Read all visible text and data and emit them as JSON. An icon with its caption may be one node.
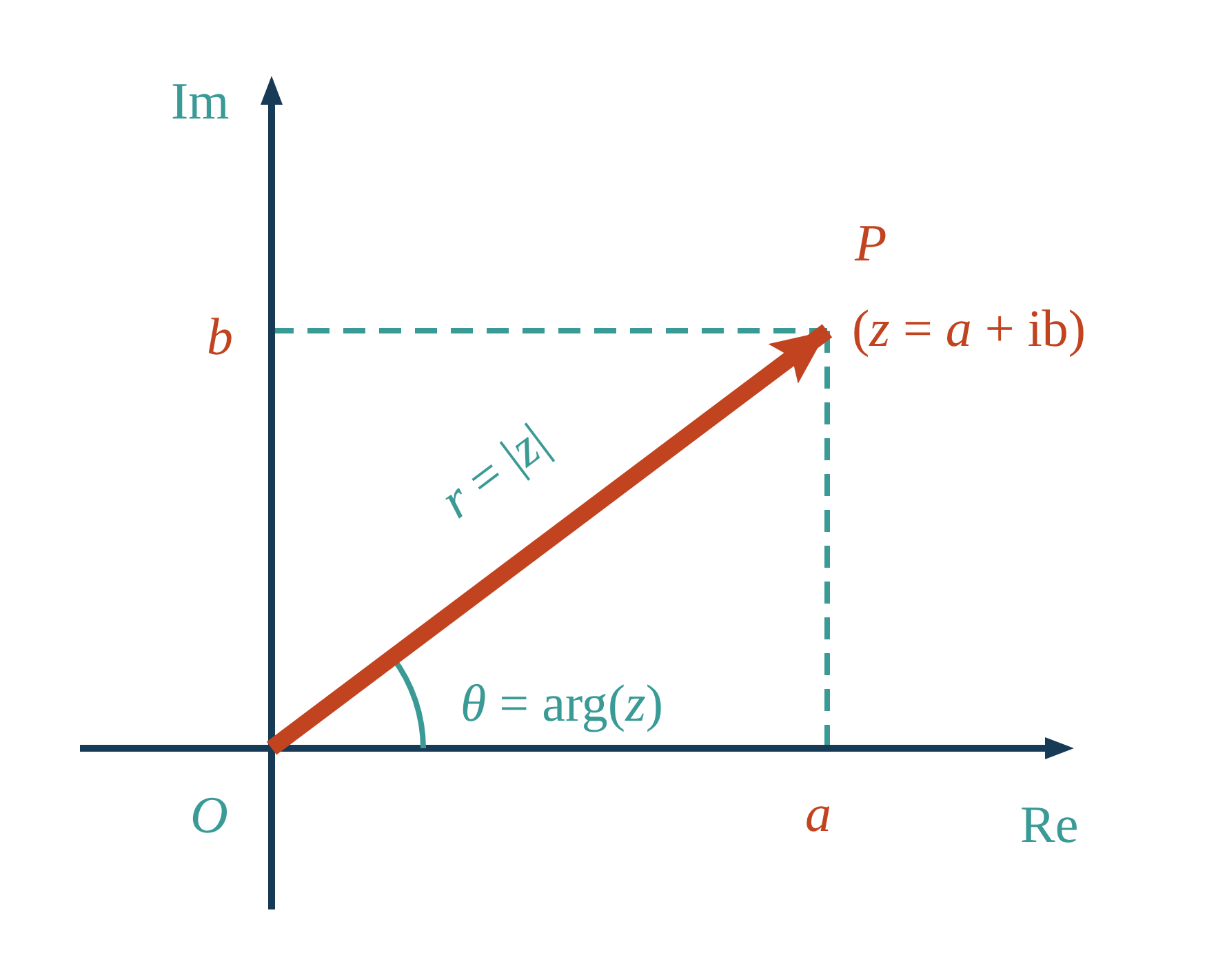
{
  "diagram": {
    "nodes": [
      {
        "text": [
          "O"
        ]
      },
      {
        "text": [
          "P",
          "(*z* = *a* + ib)"
        ]
      }
    ],
    "edges": [
      {
        "from": 0,
        "to": 1,
        "arrow": "to",
        "label": "*r* = |*z*|",
        "color": "#c1431f"
      }
    ],
    "labels": [
      "Im",
      "b",
      "*θ* = arg(*z*)",
      "a",
      "Re"
    ]
  }
}
